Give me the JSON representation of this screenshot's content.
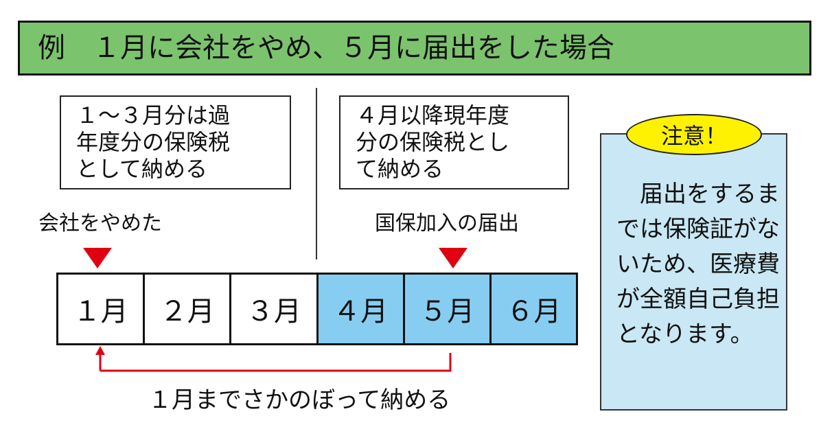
{
  "title": "例　１月に会社をやめ、５月に届出をした場合",
  "box_past": "１～３月分は過\n年度分の保険税\nとして納める",
  "box_current": "４月以降現年度\n分の保険税とし\nて納める",
  "marker_quit": "会社をやめた",
  "marker_enroll": "国保加入の届出",
  "months": [
    {
      "label": "１月",
      "highlighted": false
    },
    {
      "label": "２月",
      "highlighted": false
    },
    {
      "label": "３月",
      "highlighted": false
    },
    {
      "label": "４月",
      "highlighted": true
    },
    {
      "label": "５月",
      "highlighted": true
    },
    {
      "label": "６月",
      "highlighted": true
    }
  ],
  "retro_label": "１月までさかのぼって納める",
  "note": {
    "badge": "注意！",
    "text": "届出をするまでは保険証がないため、医療費が全額自己負担となります。"
  },
  "colors": {
    "title_bg": "#7cc36e",
    "highlight": "#86cdf1",
    "marker": "#e00012",
    "note_bg": "#c9e7f4",
    "badge_bg": "#fff200"
  }
}
